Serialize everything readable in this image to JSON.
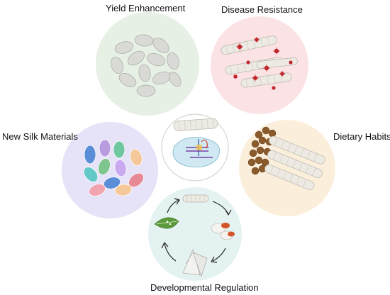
{
  "labels": {
    "yield": "Yield Enhancement",
    "disease": "Disease Resistance",
    "silk": "New Silk Materials",
    "diet": "Dietary Habits",
    "development": "Developmental Regulation"
  },
  "colors": {
    "yield_bg": "#e6f0e4",
    "disease_bg": "#fbe3e5",
    "silk_bg": "#e6e2f7",
    "diet_bg": "#fbefdc",
    "development_bg": "#e4f2f2",
    "center_bg": "#ffffff",
    "worm_body": "#eceae3",
    "virus_red": "#c1272d",
    "leaf_green": "#5c9a3b",
    "cocoon_gray": "#d9d9d6",
    "mulberry_brown": "#8b5a2b"
  },
  "icons": {
    "yield": "cocoon-cluster-icon",
    "disease": "infected-silkworms-icon",
    "silk": "colored-cocoons-icon",
    "diet": "silkworms-eating-icon",
    "development": "silkworm-lifecycle-icon",
    "center": "silkworm-gene-editing-icon"
  }
}
